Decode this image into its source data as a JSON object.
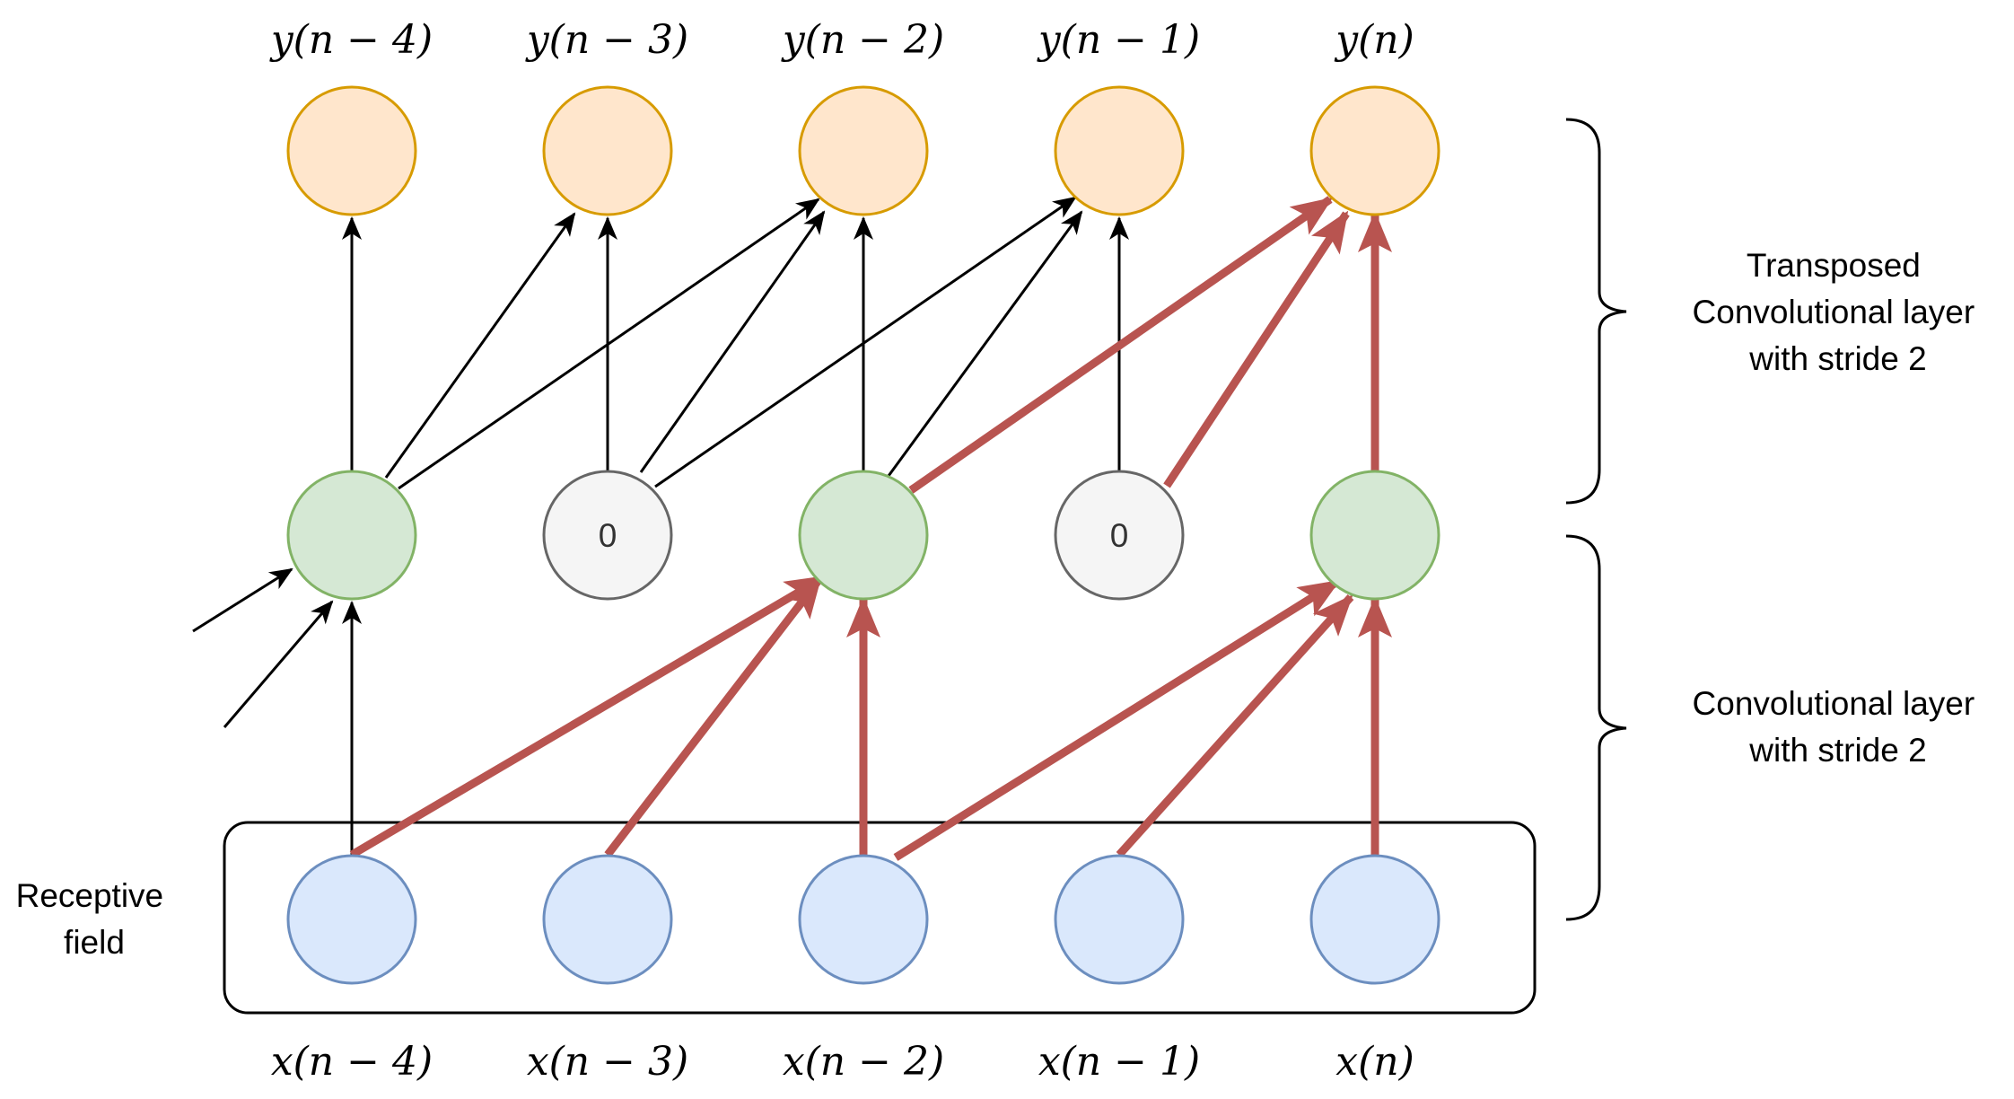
{
  "output_labels": [
    "y(n − 4)",
    "y(n − 3)",
    "y(n − 2)",
    "y(n − 1)",
    "y(n)"
  ],
  "input_labels": [
    "x(n − 4)",
    "x(n − 3)",
    "x(n − 2)",
    "x(n − 1)",
    "x(n)"
  ],
  "middle_nodes": [
    "",
    "0",
    "",
    "0",
    ""
  ],
  "layers": {
    "transposed": [
      "Transposed",
      "Convolutional layer",
      "with stride 2"
    ],
    "convolutional": [
      "Convolutional layer",
      "with stride 2"
    ]
  },
  "receptive_field": [
    "Receptive",
    "field"
  ],
  "colors": {
    "output_fill": "#ffe6cc",
    "output_stroke": "#d79b00",
    "hidden_fill": "#d5e8d4",
    "hidden_stroke": "#82b366",
    "zero_fill": "#f5f5f5",
    "zero_stroke": "#666666",
    "input_fill": "#dae8fc",
    "input_stroke": "#6c8ebf",
    "highlight": "#b85450",
    "normal": "#000000"
  }
}
